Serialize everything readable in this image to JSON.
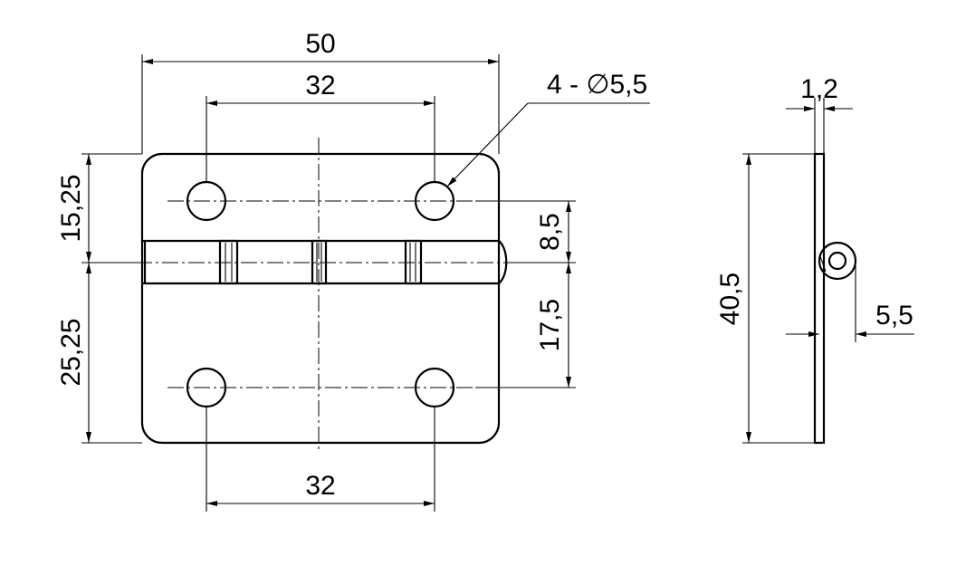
{
  "front_view": {
    "overall_width": "50",
    "hole_spacing_top": "32",
    "hole_spacing_bottom": "32",
    "hole_callout": "4 - ∅5,5",
    "upper_height": "15,25",
    "lower_height": "25,25",
    "hole_to_pin_upper": "8,5",
    "pin_to_hole_lower": "17,5"
  },
  "side_view": {
    "thickness": "1,2",
    "overall_height": "40,5",
    "knuckle_diameter": "5,5"
  }
}
